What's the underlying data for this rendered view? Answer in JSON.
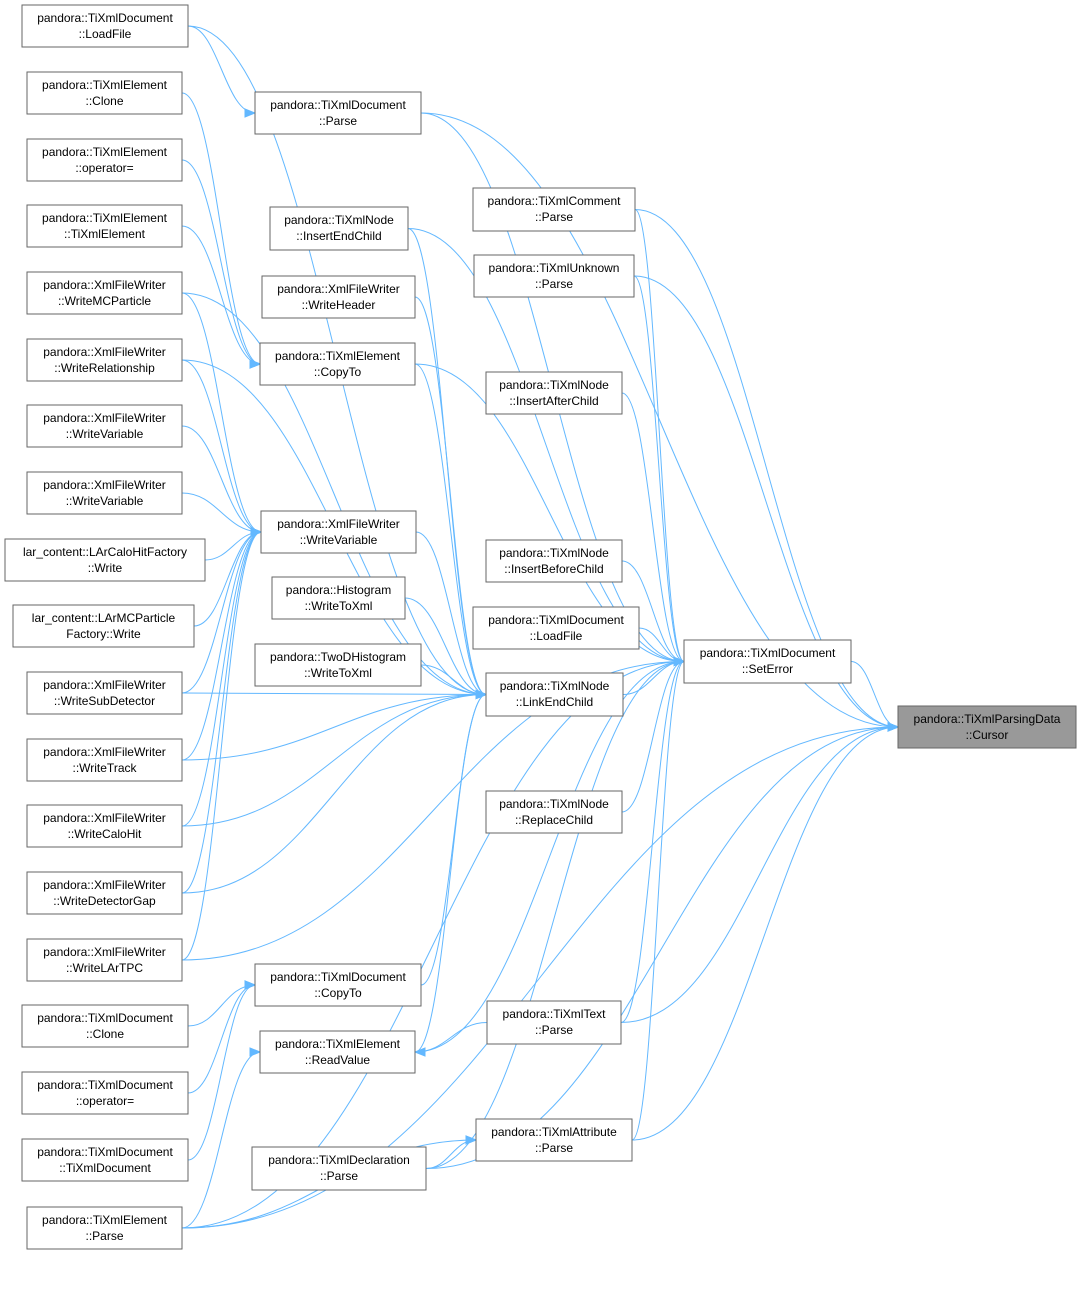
{
  "colors": {
    "edge": "#63b8ff",
    "node_border": "#666666",
    "root_fill": "#999999",
    "node_fill": "#ffffff"
  },
  "nodes": {
    "root": [
      "pandora::TiXmlParsingData",
      "::Cursor"
    ],
    "set_error": [
      "pandora::TiXmlDocument",
      "::SetError"
    ],
    "link_end_child": [
      "pandora::TiXmlNode",
      "::LinkEndChild"
    ],
    "doc_parse": [
      "pandora::TiXmlDocument",
      "::Parse"
    ],
    "doc_loadfile_top": [
      "pandora::TiXmlDocument",
      "::LoadFile"
    ],
    "elem_clone": [
      "pandora::TiXmlElement",
      "::Clone"
    ],
    "elem_opeq": [
      "pandora::TiXmlElement",
      "::operator="
    ],
    "elem_ctor": [
      "pandora::TiXmlElement",
      "::TiXmlElement"
    ],
    "xfw_mcparticle": [
      "pandora::XmlFileWriter",
      "::WriteMCParticle"
    ],
    "xfw_relationship": [
      "pandora::XmlFileWriter",
      "::WriteRelationship"
    ],
    "xfw_variable_a": [
      "pandora::XmlFileWriter",
      "::WriteVariable"
    ],
    "xfw_variable_b": [
      "pandora::XmlFileWriter",
      "::WriteVariable"
    ],
    "lar_calohit": [
      "lar_content::LArCaloHitFactory",
      "::Write"
    ],
    "lar_mcparticle": [
      "lar_content::LArMCParticle",
      "Factory::Write"
    ],
    "xfw_subdetector": [
      "pandora::XmlFileWriter",
      "::WriteSubDetector"
    ],
    "xfw_track": [
      "pandora::XmlFileWriter",
      "::WriteTrack"
    ],
    "xfw_calohit": [
      "pandora::XmlFileWriter",
      "::WriteCaloHit"
    ],
    "xfw_detgap": [
      "pandora::XmlFileWriter",
      "::WriteDetectorGap"
    ],
    "xfw_lartpc": [
      "pandora::XmlFileWriter",
      "::WriteLArTPC"
    ],
    "doc_clone": [
      "pandora::TiXmlDocument",
      "::Clone"
    ],
    "doc_opeq": [
      "pandora::TiXmlDocument",
      "::operator="
    ],
    "doc_ctor": [
      "pandora::TiXmlDocument",
      "::TiXmlDocument"
    ],
    "elem_parse": [
      "pandora::TiXmlElement",
      "::Parse"
    ],
    "node_insertend": [
      "pandora::TiXmlNode",
      "::InsertEndChild"
    ],
    "xfw_header": [
      "pandora::XmlFileWriter",
      "::WriteHeader"
    ],
    "elem_copyto": [
      "pandora::TiXmlElement",
      "::CopyTo"
    ],
    "xfw_variable_mid": [
      "pandora::XmlFileWriter",
      "::WriteVariable"
    ],
    "hist_towxml": [
      "pandora::Histogram",
      "::WriteToXml"
    ],
    "twod_towxml": [
      "pandora::TwoDHistogram",
      "::WriteToXml"
    ],
    "doc_copyto": [
      "pandora::TiXmlDocument",
      "::CopyTo"
    ],
    "elem_readvalue": [
      "pandora::TiXmlElement",
      "::ReadValue"
    ],
    "decl_parse": [
      "pandora::TiXmlDeclaration",
      "::Parse"
    ],
    "comment_parse": [
      "pandora::TiXmlComment",
      "::Parse"
    ],
    "unknown_parse": [
      "pandora::TiXmlUnknown",
      "::Parse"
    ],
    "node_insertafter": [
      "pandora::TiXmlNode",
      "::InsertAfterChild"
    ],
    "node_insertbefore": [
      "pandora::TiXmlNode",
      "::InsertBeforeChild"
    ],
    "doc_loadfile_mid": [
      "pandora::TiXmlDocument",
      "::LoadFile"
    ],
    "node_replace": [
      "pandora::TiXmlNode",
      "::ReplaceChild"
    ],
    "text_parse": [
      "pandora::TiXmlText",
      "::Parse"
    ],
    "attr_parse": [
      "pandora::TiXmlAttribute",
      "::Parse"
    ]
  }
}
